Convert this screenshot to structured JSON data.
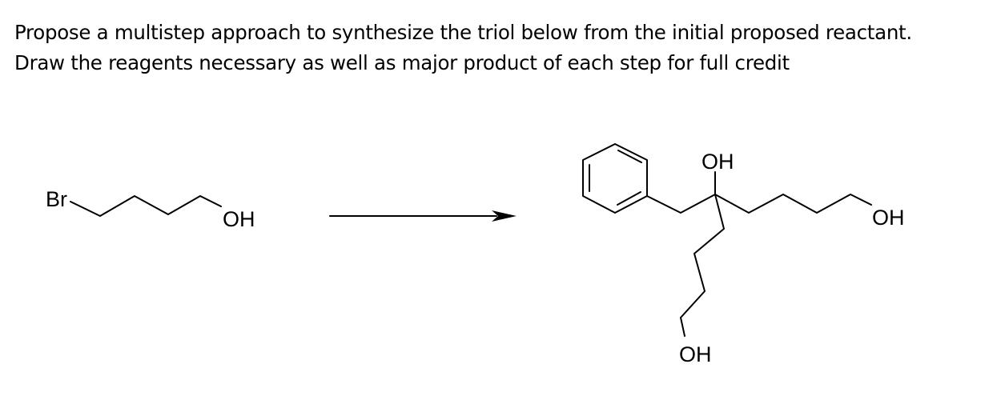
{
  "question": {
    "line1": "Propose a multistep approach to synthesize the triol below from the initial proposed reactant.",
    "line2": "Draw the reagents necessary as well as major product of each step for full credit"
  },
  "reactant": {
    "bromine_label": "Br",
    "hydroxyl_label": "OH"
  },
  "product": {
    "top_hydroxyl_label": "OH",
    "right_hydroxyl_label": "OH",
    "bottom_hydroxyl_label": "OH"
  }
}
